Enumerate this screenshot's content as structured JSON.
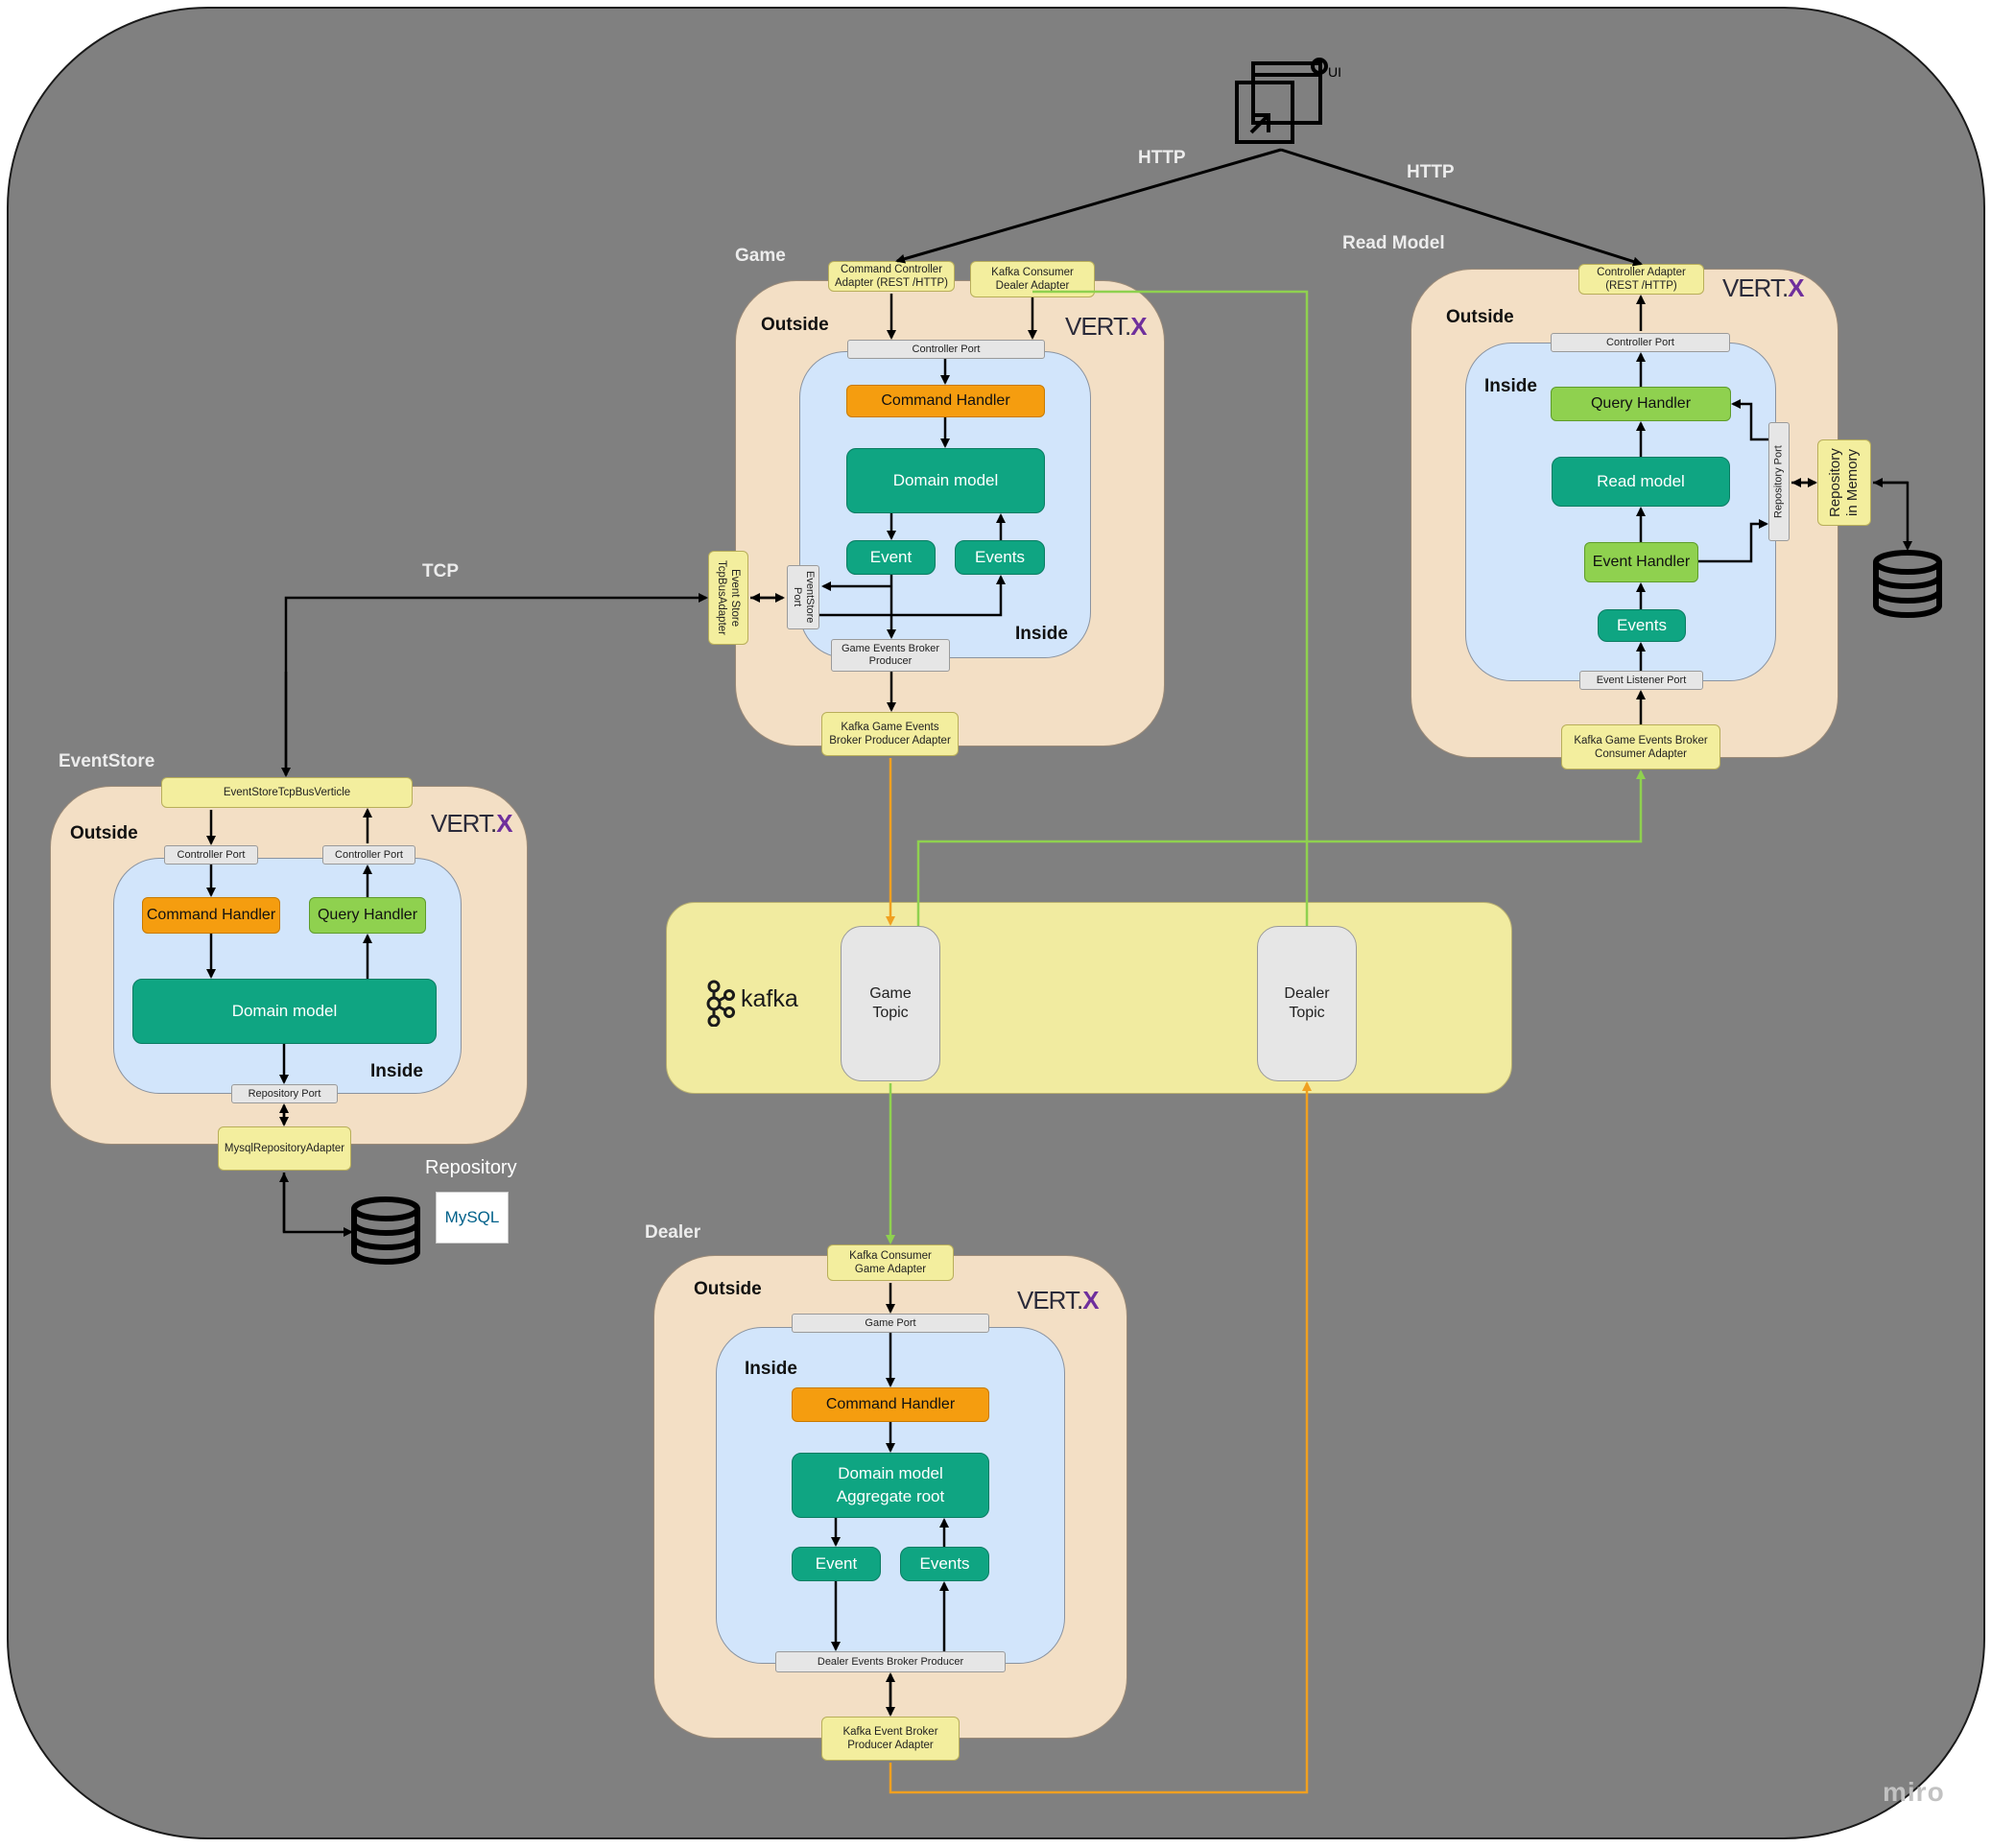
{
  "labels": {
    "http_left": "HTTP",
    "http_right": "HTTP",
    "tcp": "TCP",
    "repository": "Repository",
    "miro": "miro"
  },
  "vertx": {
    "prefix": "VERT.",
    "x": "X"
  },
  "logos": {
    "mysql": "MySQL",
    "kafka": "kafka"
  },
  "game": {
    "title": "Game",
    "outside": "Outside",
    "inside": "Inside",
    "command_adapter": "Command Controller\nAdapter (REST /HTTP)",
    "kafka_consumer_dealer": "Kafka Consumer\nDealer Adapter",
    "controller_port": "Controller Port",
    "command_handler": "Command Handler",
    "domain_model": "Domain model",
    "event": "Event",
    "events": "Events",
    "eventstore_port": "EventStore\nPort",
    "eventstore_adapter": "Event Store\nTcpBusAdapter",
    "broker_producer": "Game Events Broker\nProducer",
    "kafka_producer_adapter": "Kafka Game Events\nBroker Producer Adapter"
  },
  "read_model": {
    "title": "Read Model",
    "outside": "Outside",
    "inside": "Inside",
    "controller_adapter": "Controller Adapter\n(REST /HTTP)",
    "controller_port": "Controller Port",
    "query_handler": "Query Handler",
    "read_model": "Read model",
    "event_handler": "Event Handler",
    "events": "Events",
    "event_listener_port": "Event Listener Port",
    "repository_port": "Repository Port",
    "repository_in_memory": "Repository\nin Memory",
    "kafka_consumer_adapter": "Kafka Game Events Broker\nConsumer Adapter"
  },
  "event_store": {
    "title": "EventStore",
    "outside": "Outside",
    "inside": "Inside",
    "verticle": "EventStoreTcpBusVerticle",
    "controller_port_left": "Controller Port",
    "controller_port_right": "Controller Port",
    "command_handler": "Command Handler",
    "query_handler": "Query Handler",
    "domain_model": "Domain model",
    "repository_port": "Repository Port",
    "mysql_adapter": "MysqlRepositoryAdapter"
  },
  "kafka": {
    "game_topic": "Game\nTopic",
    "dealer_topic": "Dealer\nTopic"
  },
  "dealer": {
    "title": "Dealer",
    "outside": "Outside",
    "inside": "Inside",
    "kafka_consumer_game": "Kafka Consumer\nGame Adapter",
    "game_port": "Game Port",
    "command_handler": "Command Handler",
    "domain_model": "Domain model\nAggregate root",
    "event": "Event",
    "events": "Events",
    "broker_producer": "Dealer Events Broker Producer",
    "kafka_producer_adapter": "Kafka Event Broker\nProducer Adapter"
  },
  "colors": {
    "background": "#808080",
    "outside": "#f3dfc5",
    "inside": "#d2e5fb",
    "adapter": "#f3ee9e",
    "port": "#e6e6e6",
    "command_handler": "#f59d0f",
    "query_handler": "#8fd14f",
    "domain": "#0fa582",
    "kafka_band": "#f1eba0",
    "wire_orange": "#f0a020",
    "wire_green": "#8fd14f",
    "vertx_x": "#6f2f9c"
  },
  "icons": {
    "ui": "ui-window-icon",
    "database": "database-icon",
    "kafka": "kafka-icon"
  }
}
